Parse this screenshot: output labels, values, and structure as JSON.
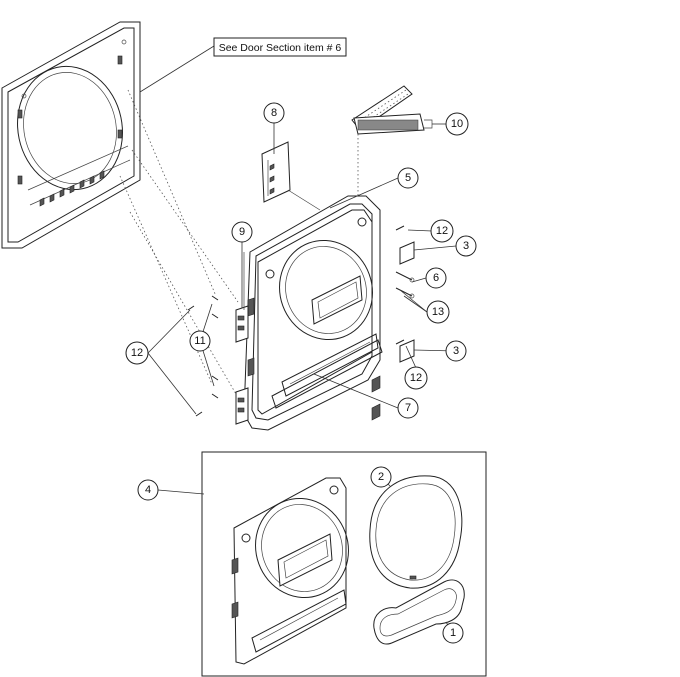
{
  "door_section_note": "See Door Section item # 6",
  "callouts": {
    "c1": "1",
    "c2": "2",
    "c3a": "3",
    "c3b": "3",
    "c4": "4",
    "c5": "5",
    "c6": "6",
    "c7": "7",
    "c8": "8",
    "c9": "9",
    "c10": "10",
    "c11": "11",
    "c12a": "12",
    "c12b": "12",
    "c12c": "12",
    "c13": "13"
  }
}
